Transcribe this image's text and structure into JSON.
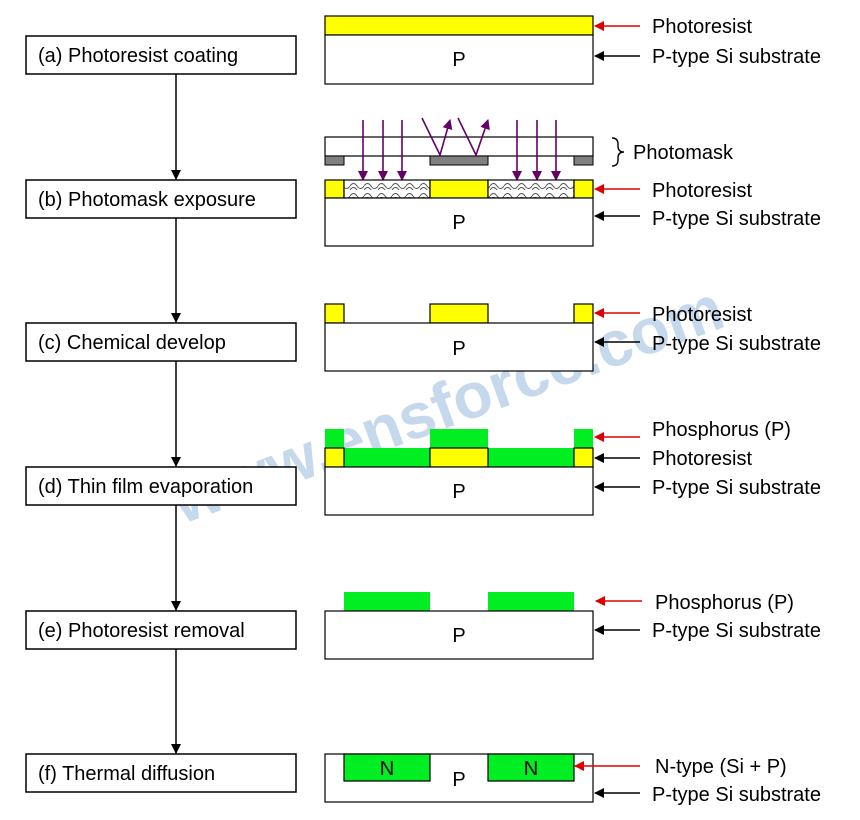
{
  "steps": [
    {
      "label": "(a) Photoresist coating"
    },
    {
      "label": "(b) Photomask exposure"
    },
    {
      "label": "(c) Chemical develop"
    },
    {
      "label": "(d) Thin film evaporation"
    },
    {
      "label": "(e) Photoresist removal"
    },
    {
      "label": "(f) Thermal diffusion"
    }
  ],
  "labels": {
    "photoresist": "Photoresist",
    "substrate": "P-type Si substrate",
    "photomask": "Photomask",
    "phosphorus": "Phosphorus (P)",
    "ntype": "N-type (Si + P)",
    "p": "P",
    "n": "N"
  },
  "watermark": "www.ensforce.com",
  "colors": {
    "photoresist": "#ffff00",
    "phosphorus": "#00ee22",
    "mask": "#808080",
    "light": "#660066",
    "pointer_red": "#dd0000",
    "pointer_black": "#000000"
  }
}
